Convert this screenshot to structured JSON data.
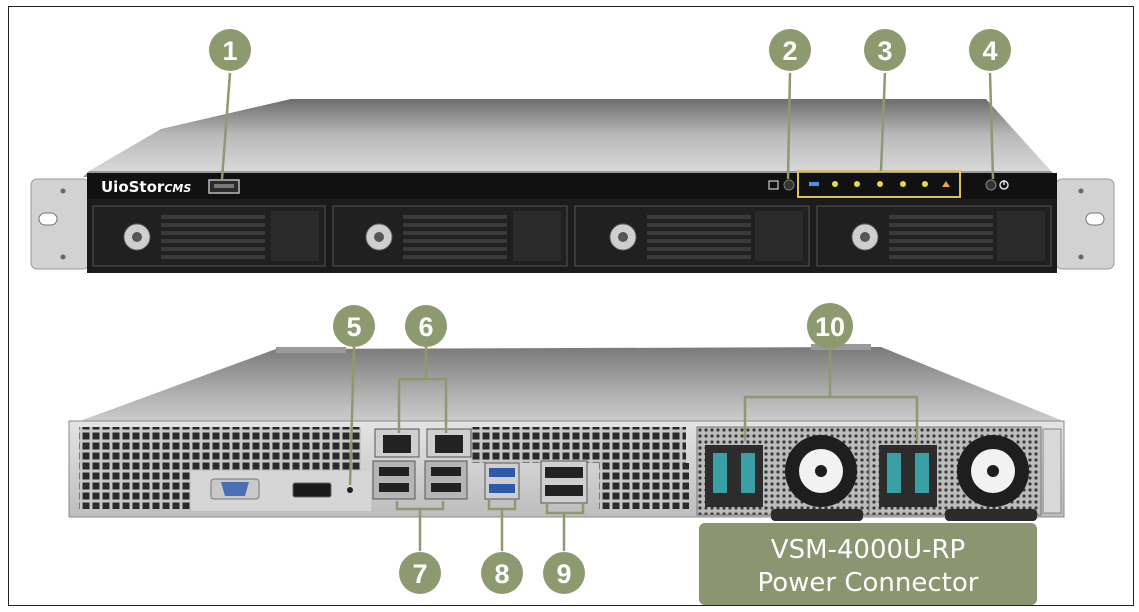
{
  "front_panel": {
    "brand_name": "UioStor",
    "brand_suffix": "CMS",
    "drive_bay_count": 4
  },
  "rear_panel": {
    "caption_line1": "VSM-4000U-RP",
    "caption_line2": "Power Connector"
  },
  "callouts": [
    "1",
    "2",
    "3",
    "4",
    "5",
    "6",
    "7",
    "8",
    "9",
    "10"
  ],
  "colors": {
    "callout_fill": "#8d9a6f",
    "caption_fill": "#8a9670",
    "indicator_box": "#d9c25a",
    "led_yellow": "#e8d84a",
    "led_blue": "#4a8fe0"
  }
}
